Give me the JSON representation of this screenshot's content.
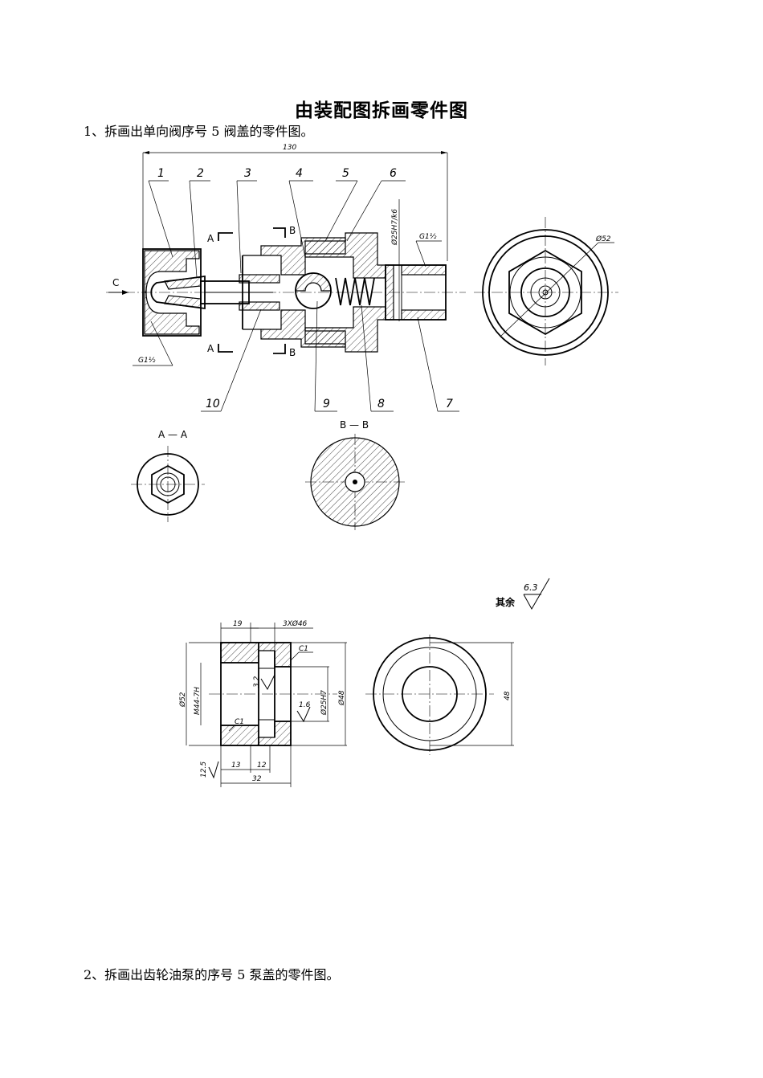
{
  "document": {
    "title": "由装配图拆画零件图",
    "question1": "1、拆画出单向阀序号 5 阀盖的零件图。",
    "question2": "2、拆画出齿轮油泵的序号 5 泵盖的零件图。"
  },
  "assembly": {
    "overall_dim": "130",
    "part_numbers": [
      "1",
      "2",
      "3",
      "4",
      "5",
      "6",
      "10",
      "9",
      "8",
      "7"
    ],
    "fit_label": "Ø25H7/k6",
    "thread_label_right": "G1½",
    "thread_label_left": "G1½",
    "diameter_label": "Ø52",
    "view_arrow_c": "C",
    "section_a": "A",
    "section_b": "B",
    "section_aa_title": "A — A",
    "section_bb_title": "B — B"
  },
  "part_drawing": {
    "surface_note_label": "其余",
    "surface_note_value": "6.3",
    "dims": {
      "d19": "19",
      "holes": "3XØ46",
      "c1_top": "C1",
      "r32": "3.2",
      "r16": "1.6",
      "d52": "Ø52",
      "m44": "M44-7H",
      "d25": "Ø25H7",
      "d48": "Ø48",
      "c1_bottom": "C1",
      "d13": "13",
      "d12": "12",
      "d32": "32",
      "r125": "12.5",
      "side48": "48"
    }
  }
}
